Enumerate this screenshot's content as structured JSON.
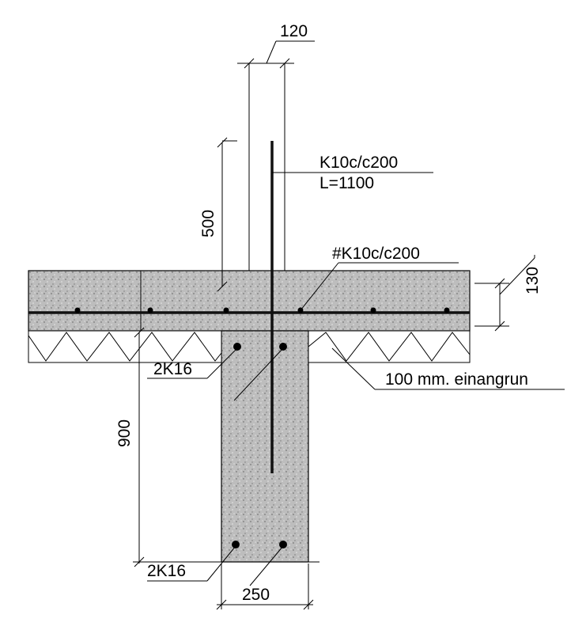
{
  "labels": {
    "dim_top": "120",
    "dim_starter_height": "500",
    "dim_slab_thickness": "130",
    "dim_beam_depth": "900",
    "dim_beam_width": "250",
    "starter_bar": "K10c/c200",
    "starter_length": "L=1100",
    "slab_mesh": "#K10c/c200",
    "insulation": "100 mm. einangrun",
    "top_bars": "2K16",
    "bottom_bars": "2K16"
  },
  "colors": {
    "line": "#000000",
    "concrete": "#b8b8b8",
    "background": "#ffffff"
  }
}
